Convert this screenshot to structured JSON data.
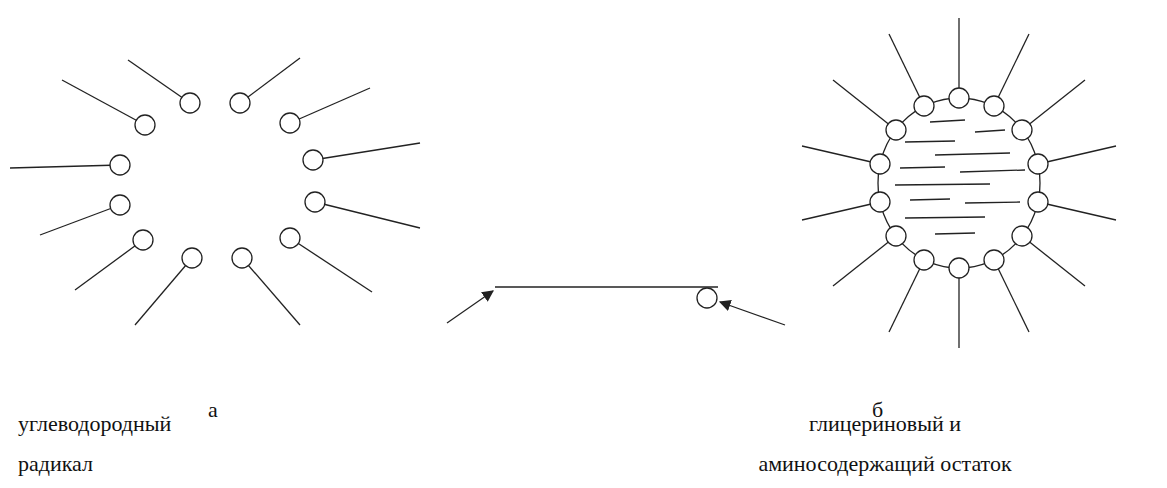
{
  "diagram": {
    "labels": [
      "а",
      "углеводородный радикал",
      "б",
      "глицериновый и аминосодержащий остаток"
    ]
  }
}
